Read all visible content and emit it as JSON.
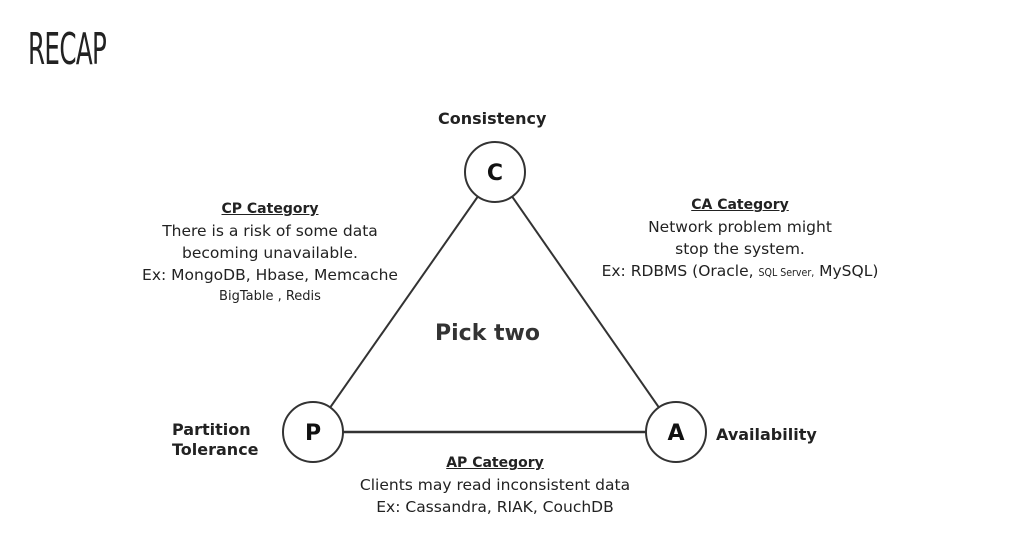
{
  "title": "RECAP",
  "diagram": {
    "center_label": "Pick two",
    "nodes": {
      "c": {
        "letter": "C",
        "label": "Consistency"
      },
      "p": {
        "letter": "P",
        "label_line1": "Partition",
        "label_line2": "Tolerance"
      },
      "a": {
        "letter": "A",
        "label": "Availability"
      }
    },
    "categories": {
      "cp": {
        "title": "CP Category",
        "line1": "There is a risk of some data",
        "line2": "becoming unavailable.",
        "line3": "Ex: MongoDB, Hbase, Memcache",
        "line4": "BigTable , Redis"
      },
      "ca": {
        "title": "CA Category",
        "line1": "Network problem might",
        "line2": "stop the system.",
        "line3_prefix": "Ex: RDBMS (Oracle,",
        "line3_small": "SQL Server,",
        "line3_suffix": "MySQL)"
      },
      "ap": {
        "title": "AP Category",
        "line1": "Clients may read inconsistent data",
        "line2": "Ex: Cassandra, RIAK, CouchDB"
      }
    }
  }
}
